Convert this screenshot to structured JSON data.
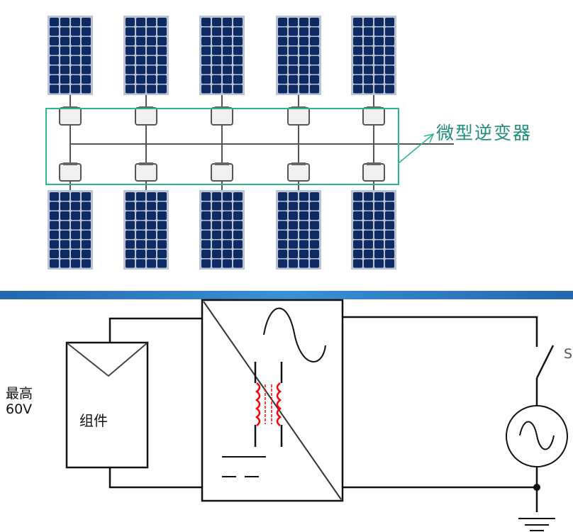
{
  "top_diagram": {
    "callout_label": "微型逆变器",
    "panel_columns": 5,
    "colors": {
      "panel": "#0d2a63",
      "frame": "#b9c3d3",
      "callout": "#2bb58c",
      "band": "#3383cf"
    }
  },
  "circuit": {
    "voltage_label_line1": "最高",
    "voltage_label_line2": "60V",
    "module_label": "组件",
    "switch_label": "S",
    "colors": {
      "transformer": "#ff0000"
    }
  }
}
